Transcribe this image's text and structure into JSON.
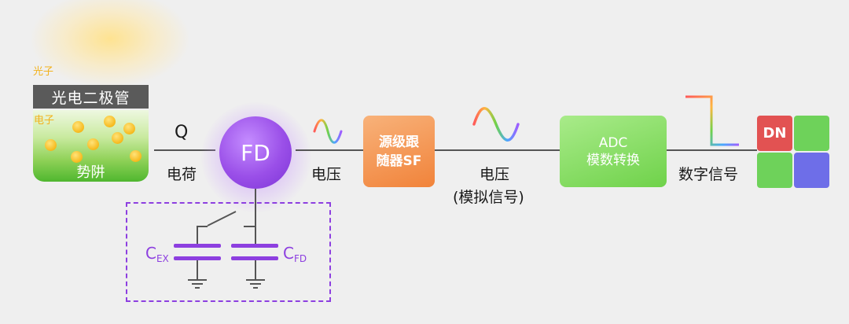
{
  "photodiode": {
    "photon_label": "光子",
    "bar_label": "光电二极管",
    "electron_label": "电子",
    "well_label": "势阱"
  },
  "charge": {
    "symbol": "Q",
    "label": "电荷"
  },
  "fd": {
    "label": "FD"
  },
  "voltage1": {
    "label": "电压"
  },
  "sf": {
    "line1": "源级跟",
    "line2": "随器SF"
  },
  "voltage2": {
    "label": "电压",
    "sublabel": "(模拟信号)"
  },
  "adc": {
    "line1": "ADC",
    "line2": "模数转换"
  },
  "digital": {
    "label": "数字信号"
  },
  "dn": {
    "label": "DN"
  },
  "capacitors": {
    "cex": {
      "main": "C",
      "sub": "EX"
    },
    "cfd": {
      "main": "C",
      "sub": "FD"
    }
  },
  "colors": {
    "fd_purple": "#9a4fe8",
    "sf_orange": "#f1833a",
    "adc_green": "#6fd24a",
    "dn_red": "#e25252",
    "dn_green": "#6ed25a",
    "dn_blue": "#6e6ee8",
    "photon_yellow": "#f2b21c"
  }
}
